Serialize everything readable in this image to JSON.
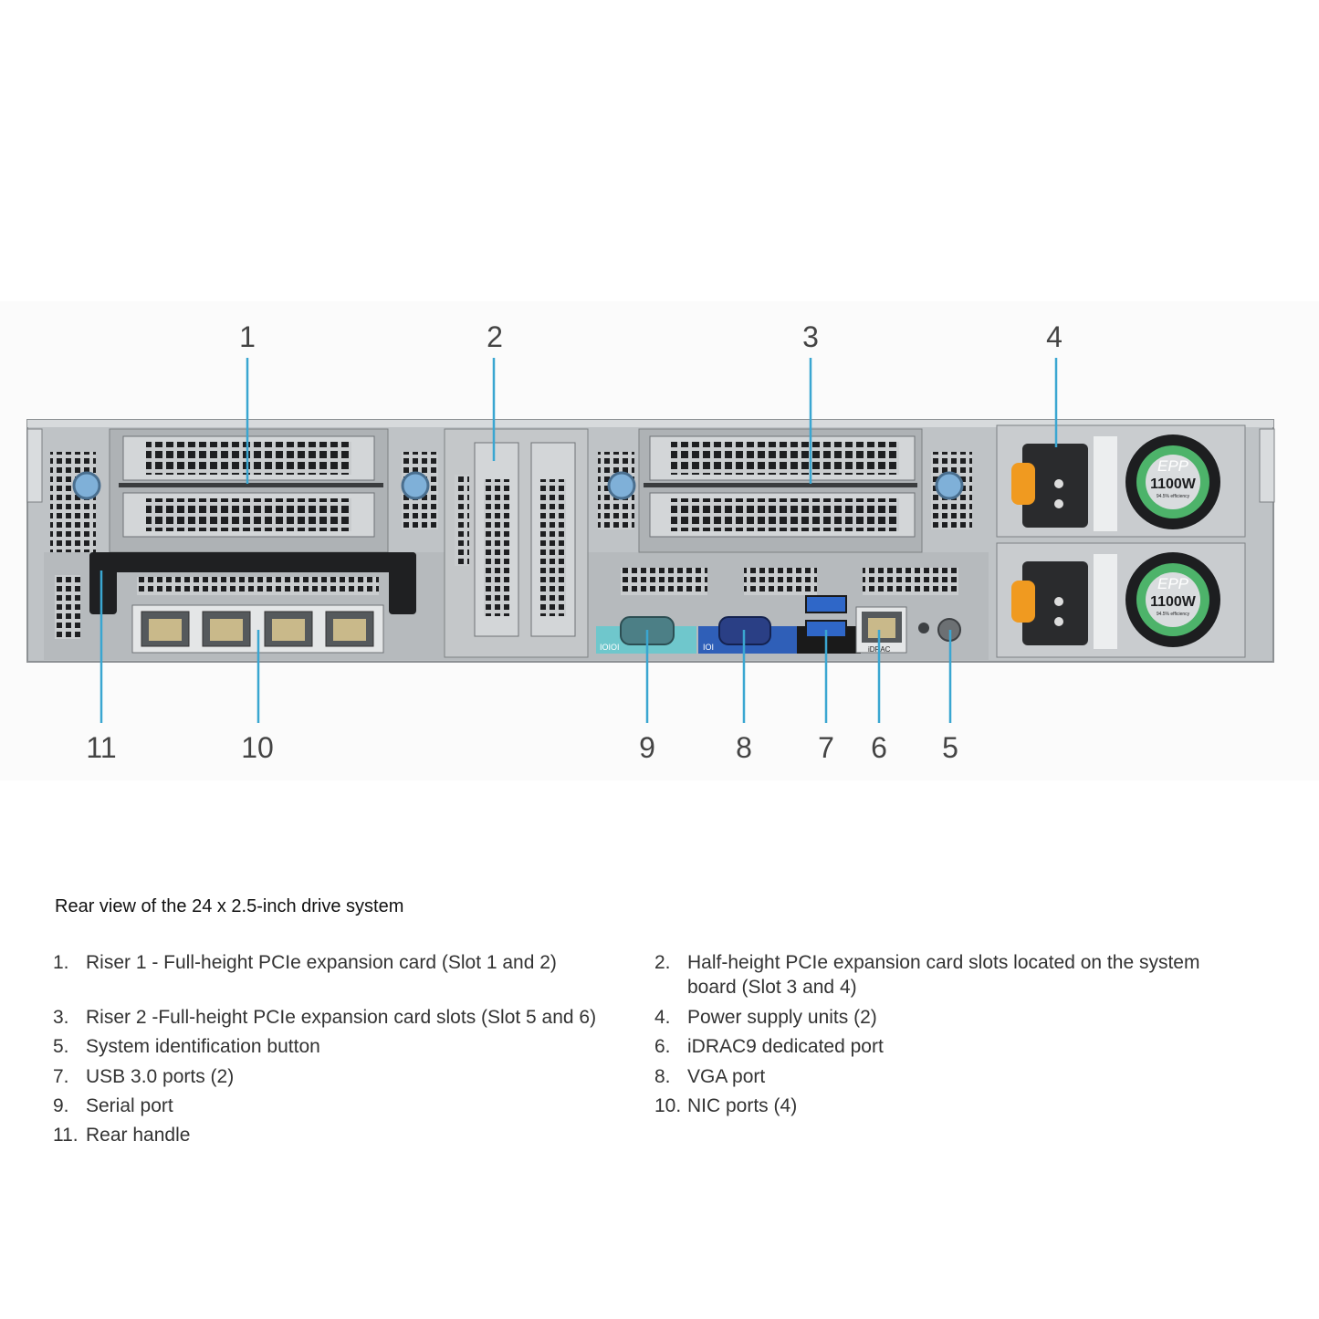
{
  "diagram": {
    "callout_color": "#3aa6d1",
    "callouts_top": [
      {
        "num": "1"
      },
      {
        "num": "2"
      },
      {
        "num": "3"
      },
      {
        "num": "4"
      }
    ],
    "callouts_bottom": [
      {
        "num": "11"
      },
      {
        "num": "10"
      },
      {
        "num": "9"
      },
      {
        "num": "8"
      },
      {
        "num": "7"
      },
      {
        "num": "6"
      },
      {
        "num": "5"
      }
    ],
    "psu": {
      "brand": "EPP",
      "rating": "1100W",
      "efficiency": "94.5% efficiency"
    },
    "port_labels": {
      "serial": "IOIOI",
      "vga": "IOI",
      "idrac": "iDRAC"
    }
  },
  "caption": "Rear view of the 24 x 2.5-inch drive system",
  "legend": [
    {
      "num": "1.",
      "text": "Riser 1 - Full-height PCIe expansion card (Slot 1 and 2)"
    },
    {
      "num": "2.",
      "text": "Half-height PCIe expansion card slots located on the system",
      "text2": "board (Slot 3 and 4)"
    },
    {
      "num": "3.",
      "text": "Riser 2 -Full-height PCIe expansion card slots (Slot 5 and 6)"
    },
    {
      "num": "4.",
      "text": "Power supply units (2)"
    },
    {
      "num": "5.",
      "text": "System identification button"
    },
    {
      "num": "6.",
      "text": "iDRAC9 dedicated port"
    },
    {
      "num": "7.",
      "text": "USB 3.0 ports (2)"
    },
    {
      "num": "8.",
      "text": "VGA port"
    },
    {
      "num": "9.",
      "text": "Serial port"
    },
    {
      "num": "10.",
      "text": "NIC ports (4)"
    },
    {
      "num": "11.",
      "text": "Rear handle"
    }
  ]
}
